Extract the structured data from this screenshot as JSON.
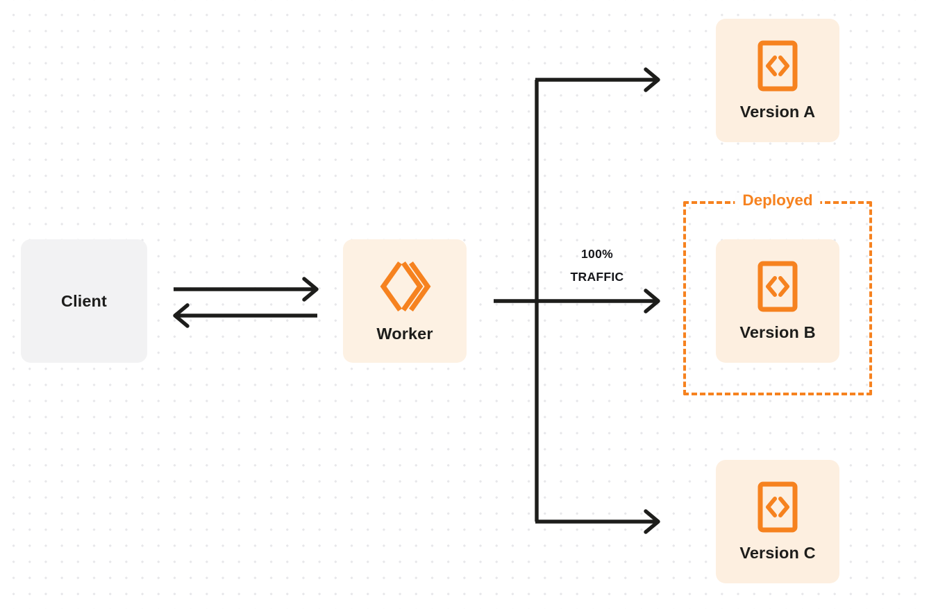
{
  "diagram": {
    "title": "Worker gradual deployment traffic routing",
    "background": "#ffffff",
    "dot_color": "#e7e7ea",
    "accent_color": "#f6821f",
    "node_fill_orange": "#fdefe0",
    "node_fill_gray": "#f2f2f3",
    "line_color": "#1d1d1b"
  },
  "nodes": {
    "client": {
      "label": "Client",
      "icon": null
    },
    "worker": {
      "label": "Worker",
      "icon": "cloudflare-workers-logo"
    },
    "version_a": {
      "label": "Version A",
      "icon": "code-file-icon"
    },
    "version_b": {
      "label": "Version B",
      "icon": "code-file-icon"
    },
    "version_c": {
      "label": "Version C",
      "icon": "code-file-icon"
    }
  },
  "groups": {
    "deployed": {
      "label": "Deployed",
      "contains": "version_b",
      "border_style": "dashed",
      "border_color": "#f6821f"
    }
  },
  "edges": {
    "client_to_worker": {
      "label": "",
      "direction": "right"
    },
    "worker_to_client": {
      "label": "",
      "direction": "left"
    },
    "worker_to_version_a": {
      "label": "",
      "direction": "right"
    },
    "worker_to_version_b": {
      "label_percent": "100%",
      "label_traffic": "TRAFFIC",
      "direction": "right"
    },
    "worker_to_version_c": {
      "label": "",
      "direction": "right"
    }
  }
}
